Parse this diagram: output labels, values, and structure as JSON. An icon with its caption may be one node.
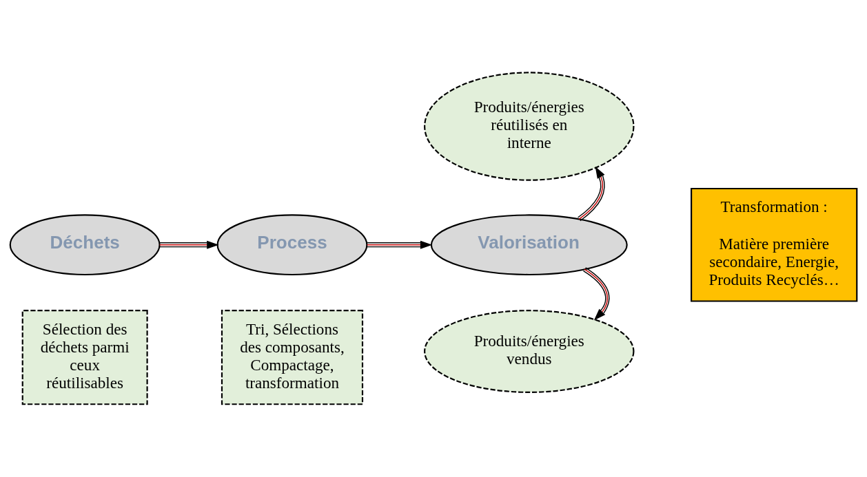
{
  "diagram": {
    "nodes": [
      {
        "text": [
          "Déchets"
        ]
      },
      {
        "text": [
          "Process"
        ]
      },
      {
        "text": [
          "Valorisation"
        ]
      },
      {
        "text": [
          "Produits/énergies réutilisés en interne"
        ]
      },
      {
        "text": [
          "Produits/énergies vendus"
        ]
      },
      {
        "text": [
          "Sélection des déchets parmi ceux réutilisables"
        ]
      },
      {
        "text": [
          "Tri, Sélections des composants, Compactage, transformation"
        ]
      },
      {
        "text": [
          "Transformation :",
          "Matière première secondaire, Energie, Produits Recyclés…"
        ]
      }
    ],
    "edges": [
      {
        "from": 0,
        "to": 1,
        "arrow": "to"
      },
      {
        "from": 1,
        "to": 2,
        "arrow": "to"
      },
      {
        "from": 2,
        "to": 3,
        "arrow": "to"
      },
      {
        "from": 2,
        "to": 4,
        "arrow": "to"
      }
    ]
  }
}
